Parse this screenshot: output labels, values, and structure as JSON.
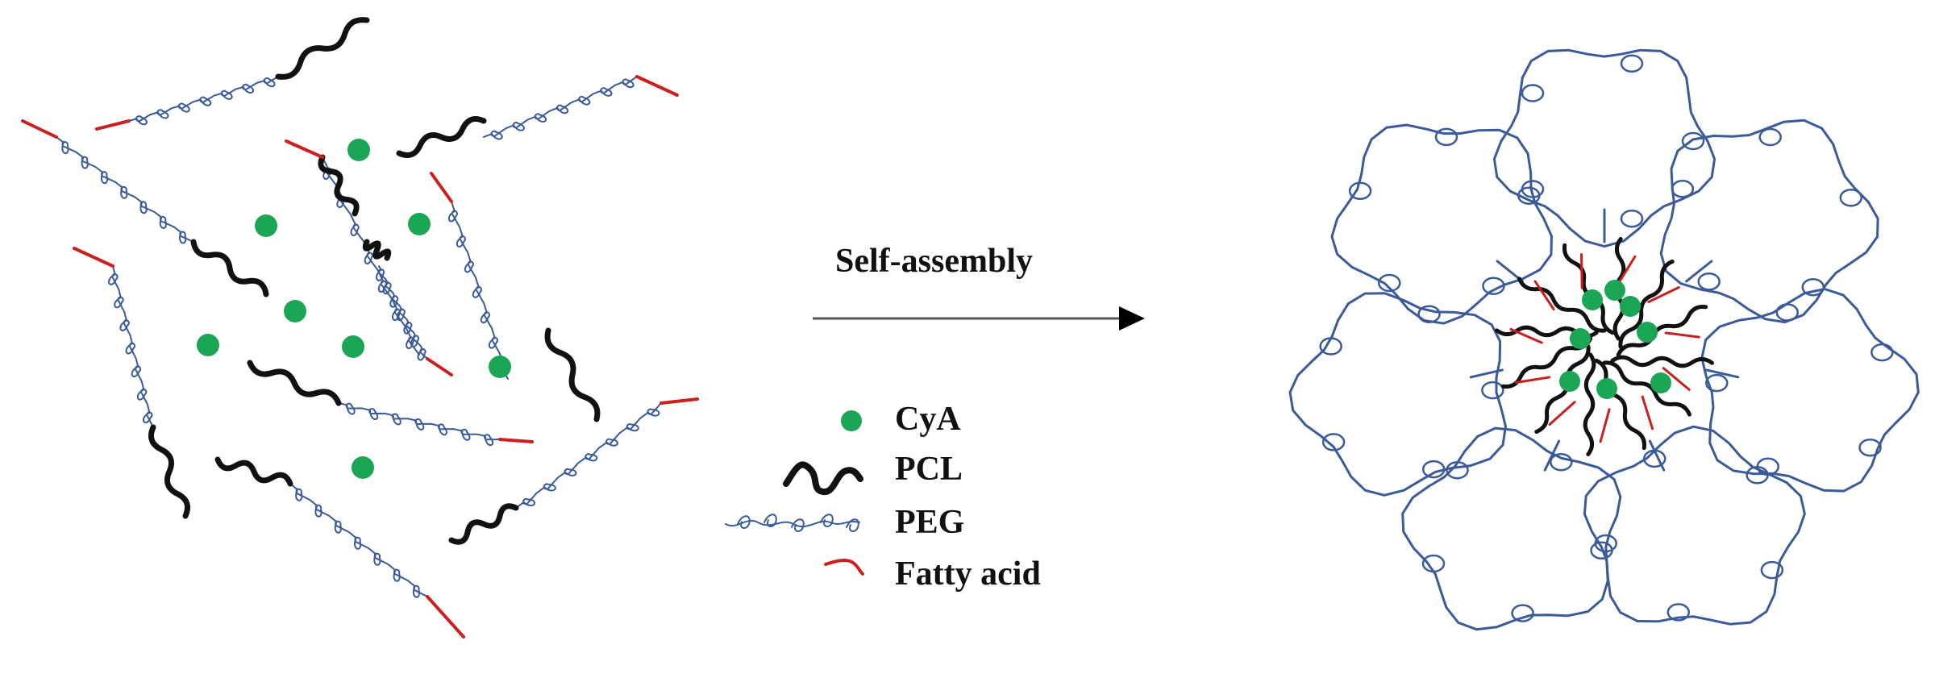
{
  "arrow": {
    "label": "Self-assembly"
  },
  "legend": {
    "items": [
      {
        "key": "cya",
        "label": "CyA",
        "color": "#1aa655",
        "icon": "green-dot"
      },
      {
        "key": "pcl",
        "label": "PCL",
        "color": "#111111",
        "icon": "thick-black-wave"
      },
      {
        "key": "peg",
        "label": "PEG",
        "color": "#3a5a99",
        "icon": "blue-coil"
      },
      {
        "key": "fatty_acid",
        "label": "Fatty acid",
        "color": "#cc1f1f",
        "icon": "red-segment"
      }
    ]
  },
  "colors": {
    "cya": "#1aa655",
    "pcl": "#111111",
    "peg": "#3a5a99",
    "fatty_acid": "#cc1f1f",
    "micelle_peg": "#3a5a99"
  }
}
